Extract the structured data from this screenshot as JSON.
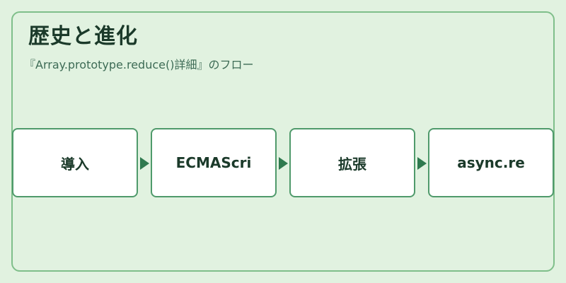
{
  "diagram": {
    "title": "歴史と進化",
    "subtitle": "『Array.prototype.reduce()詳細』のフロー",
    "steps": [
      {
        "label": "導入"
      },
      {
        "label": "ECMAScri"
      },
      {
        "label": "拡張"
      },
      {
        "label": "async.re"
      }
    ]
  },
  "colors": {
    "background": "#e1f2e0",
    "frame_border": "#7fbf8a",
    "box_border": "#4f9a6b",
    "arrow": "#2f7a4f",
    "text": "#1b3a2a"
  }
}
